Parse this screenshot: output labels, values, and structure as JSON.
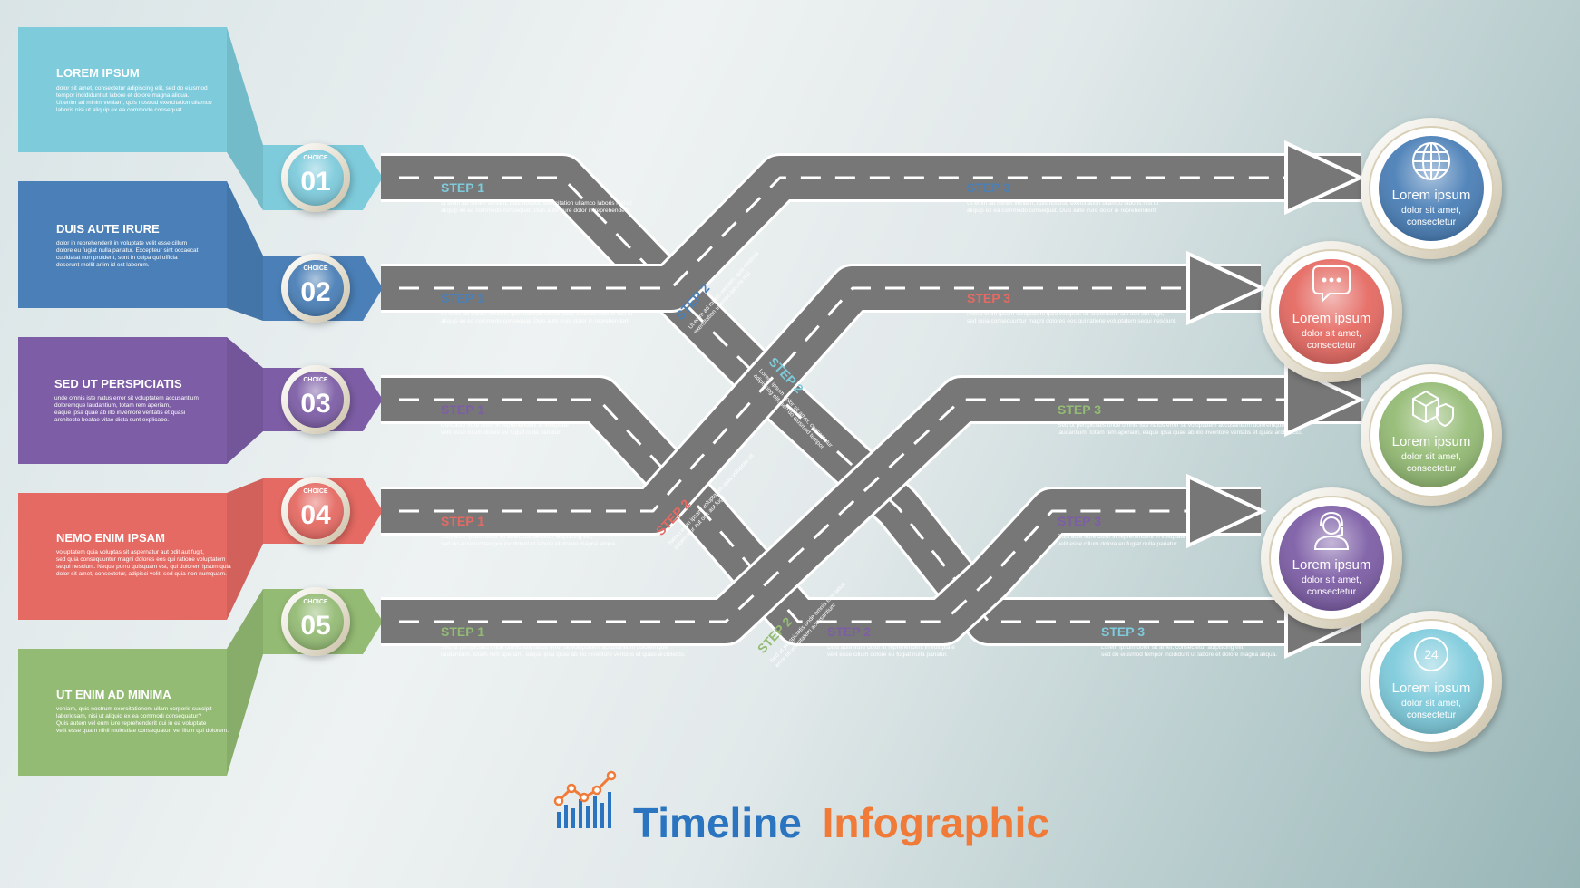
{
  "panels": [
    {
      "title": "LOREM IPSUM",
      "body": [
        "dolor sit amet, consectetur adipiscing elit, sed do eiusmod",
        "tempor incididunt ut labore et dolore magna aliqua.",
        "Ut enim ad minim veniam, quis nostrud exercitation ullamco",
        "laboris nisi ut aliquip ex ea commodo consequat."
      ],
      "color": "#7ecbdc",
      "num": "01",
      "choice": "CHOICE"
    },
    {
      "title": "DUIS AUTE IRURE",
      "body": [
        "dolor in reprehenderit in voluptate velit esse cillum",
        "dolore eu fugiat nulla pariatur. Excepteur sint occaecat",
        "cupidatat non proident, sunt in culpa qui officia",
        "deserunt mollit anim id est laborum."
      ],
      "color": "#4a7fb7",
      "num": "02",
      "choice": "CHOICE"
    },
    {
      "title": "SED UT PERSPICIATIS",
      "body": [
        "unde omnis iste natus error sit voluptatem accusantium",
        "doloremque laudantium, totam rem aperiam,",
        "eaque ipsa quae ab illo inventore veritatis et quasi",
        "architecto beatae vitae dicta sunt explicabo."
      ],
      "color": "#7d5ea6",
      "num": "03",
      "choice": "CHOICE"
    },
    {
      "title": "NEMO ENIM IPSAM",
      "body": [
        "voluptatem quia voluptas sit aspernatur aut odit aut fugit,",
        "sed quia consequuntur magni dolores eos qui ratione voluptatem",
        "sequi nesciunt. Neque porro quisquam est, qui dolorem ipsum quia",
        "dolor sit amet, consectetur, adipisci velit, sed quia non numquam."
      ],
      "color": "#e56a63",
      "num": "04",
      "choice": "CHOICE"
    },
    {
      "title": "UT ENIM AD MINIMA",
      "body": [
        "veniam, quis nostrum exercitationem ullam corporis suscipit",
        "laboriosam, nisi ut aliquid ex ea commodi consequatur?",
        "Quis autem vel eum iure reprehenderit qui in ea voluptate",
        "velit esse quam nihil molestiae consequatur, vel illum qui dolorem."
      ],
      "color": "#94bb74",
      "num": "05",
      "choice": "CHOICE"
    }
  ],
  "steps": [
    {
      "label": "STEP 1",
      "body": [
        "ut enim ad minim veniam, quis nostrud exercitation ullamco laboris nisi ut",
        "aliquip ex ea commodo consequat. Duis aute irure dolor in reprehenderit"
      ],
      "color": "#7ecbdc"
    },
    {
      "label": "STEP 1",
      "body": [
        "Ut enim ad minim veniam, quis nostrud exercitation ullamco laboris nisi ut",
        "aliquip ex ea commodo consequat. Duis aute irure dolor in reprehenderit"
      ],
      "color": "#4a7fb7"
    },
    {
      "label": "STEP 1",
      "body": [
        "Duis aute irure dolor in reprehenderit in voluptate",
        "velit esse cillum dolore eu fugiat nulla pariatur."
      ],
      "color": "#7d5ea6"
    },
    {
      "label": "STEP 1",
      "body": [
        "Duis aute ipsum dolor sit amet, consectetur adipiscing elit,",
        "sed do eiusmod tempor incididunt ut labore et dolore magna aliqua."
      ],
      "color": "#e56a63"
    },
    {
      "label": "STEP 1",
      "body": [
        "Sed ut perspiciatis unde omnis iste natus error sit voluptatem accusantium doloremque",
        "laudantium, totam rem aperiam, eaque ipsa quae ab illo inventore veritatis et quasi architecto."
      ],
      "color": "#94bb74"
    },
    {
      "label": "STEP 2",
      "body": [
        "Ut enim ad minim veniam, quis nostrud",
        "exercitation ullamco laboris nisi"
      ],
      "color": "#4a7fb7"
    },
    {
      "label": "STEP 2",
      "body": [
        "Lorem ipsum dolor sit amet, consectetur",
        "adipiscing elit, sed do eiusmod tempor"
      ],
      "color": "#7ecbdc"
    },
    {
      "label": "STEP 2",
      "body": [
        "Nemo enim ipsam voluptatem quia voluptas sit",
        "aspernatur aut odit aut fugit"
      ],
      "color": "#e56a63"
    },
    {
      "label": "STEP 2",
      "body": [
        "Sed ut perspiciatis unde omnis iste natus",
        "error sit voluptatem accusantium"
      ],
      "color": "#94bb74"
    },
    {
      "label": "STEP 2",
      "body": [
        "Duis aute irure dolor in reprehenderit in voluptate",
        "velit esse cillum dolore eu fugiat nulla pariatur."
      ],
      "color": "#7d5ea6"
    },
    {
      "label": "STEP 3",
      "body": [
        "Ut enim ad minim veniam, quis nostrud exercitation ullamco laboris nisi ut",
        "aliquip ex ea commodo consequat. Duis aute irure dolor in reprehenderit"
      ],
      "color": "#4a7fb7"
    },
    {
      "label": "STEP 3",
      "body": [
        "Nemo enim ipsam voluptatem quia voluptas sit aspernatur aut odit aut fugit,",
        "sed quia consequuntur magni dolores eos qui ratione voluptatem sequi nesciunt."
      ],
      "color": "#e56a63"
    },
    {
      "label": "STEP 3",
      "body": [
        "Sed ut perspiciatis unde omnis iste natus error sit voluptatem accusantium doloremque",
        "laudantium, totam rem aperiam, eaque ipsa quae ab illo inventore veritatis et quasi architecto."
      ],
      "color": "#94bb74"
    },
    {
      "label": "STEP 3",
      "body": [
        "Duis aute irure dolor in reprehenderit in voluptate",
        "velit esse cillum dolore eu fugiat nulla pariatur."
      ],
      "color": "#7d5ea6"
    },
    {
      "label": "STEP 3",
      "body": [
        "Lorem ipsum dolor sit amet, consectetur adipiscing elit,",
        "sed do eiusmod tempor incididunt ut labore et dolore magna aliqua."
      ],
      "color": "#7ecbdc"
    }
  ],
  "endpoints": [
    {
      "title": "Lorem ipsum",
      "line1": "dolor sit amet,",
      "line2": "consectetur",
      "color": "#4a7fb7",
      "icon": "globe-icon"
    },
    {
      "title": "Lorem ipsum",
      "line1": "dolor sit amet,",
      "line2": "consectetur",
      "color": "#e56a63",
      "icon": "chat-bubble-icon"
    },
    {
      "title": "Lorem ipsum",
      "line1": "dolor sit amet,",
      "line2": "consectetur",
      "color": "#94bb74",
      "icon": "box-shield-icon"
    },
    {
      "title": "Lorem ipsum",
      "line1": "dolor sit amet,",
      "line2": "consectetur",
      "color": "#7d5ea6",
      "icon": "headset-agent-icon"
    },
    {
      "title": "Lorem ipsum",
      "line1": "dolor sit amet,",
      "line2": "consectetur",
      "color": "#7ecbdc",
      "icon": "24-hour-phone-icon"
    }
  ],
  "brand": {
    "word1": "Timeline",
    "word2": "Infographic",
    "color1": "#2a74c0",
    "color2": "#f07a38",
    "icon": "chart-growth-icon"
  },
  "road_color": "#777777"
}
